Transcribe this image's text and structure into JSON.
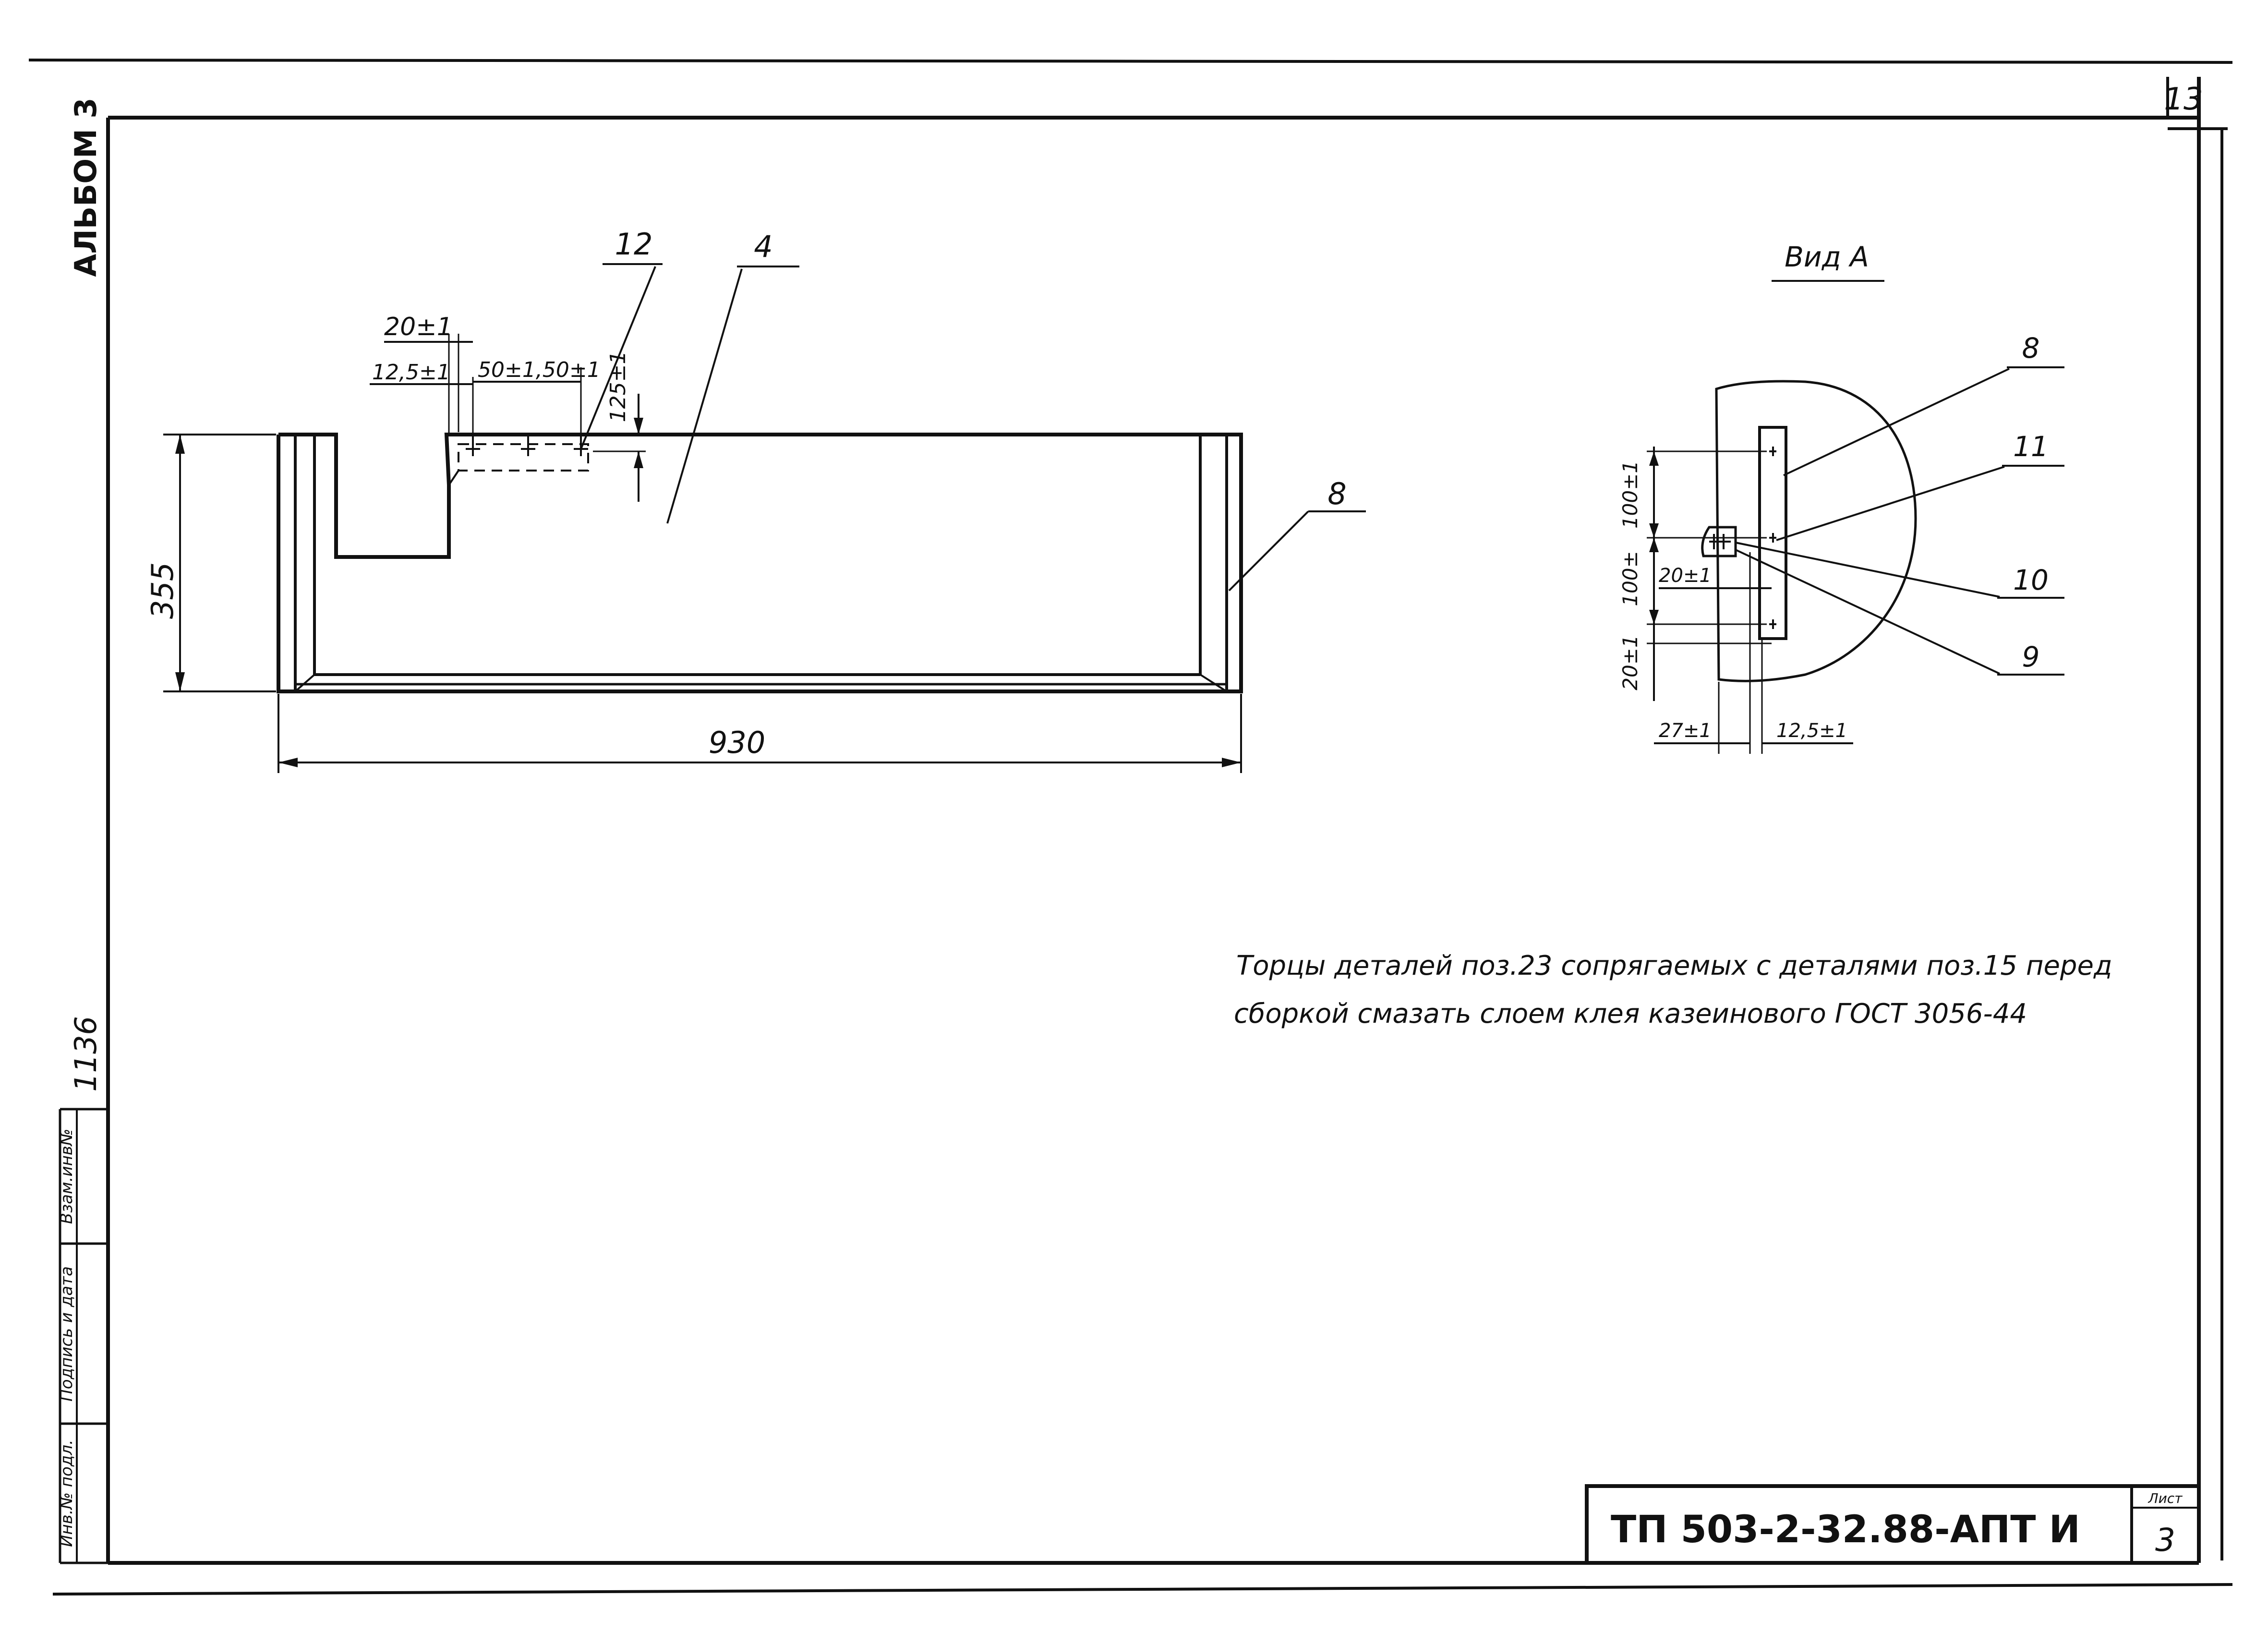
{
  "sheet": {
    "number": "13",
    "album": "АЛЬБОМ 3",
    "inventory_no": "1136",
    "side_fields": [
      "Взам.инв№",
      "Подпись и дата",
      "Инв.№ подл."
    ],
    "designation": "ТП 503-2-32.88-АПТ И",
    "list_label": "Лист",
    "list_no": "3"
  },
  "main_view": {
    "dim_width": "930",
    "dim_height": "355",
    "dim_20": "20±1",
    "dim_12_5": "12,5±1",
    "dim_50_50": "50±1,50±1",
    "dim_125": "125±1",
    "callout_12": "12",
    "callout_4": "4",
    "callout_8": "8"
  },
  "view_a": {
    "title": "Вид А",
    "callout_8": "8",
    "callout_11": "11",
    "callout_10": "10",
    "callout_9": "9",
    "dim_100_top": "100±1",
    "dim_100_mid": "100±",
    "dim_20_left": "20±1",
    "dim_20_inner": "20±1",
    "dim_27": "27±1",
    "dim_12_5": "12,5±1"
  },
  "note": {
    "line1": "Торцы деталей поз.23 сопрягаемых с деталями поз.15 перед",
    "line2": "сборкой смазать слоем клея казеинового ГОСТ 3056-44"
  }
}
